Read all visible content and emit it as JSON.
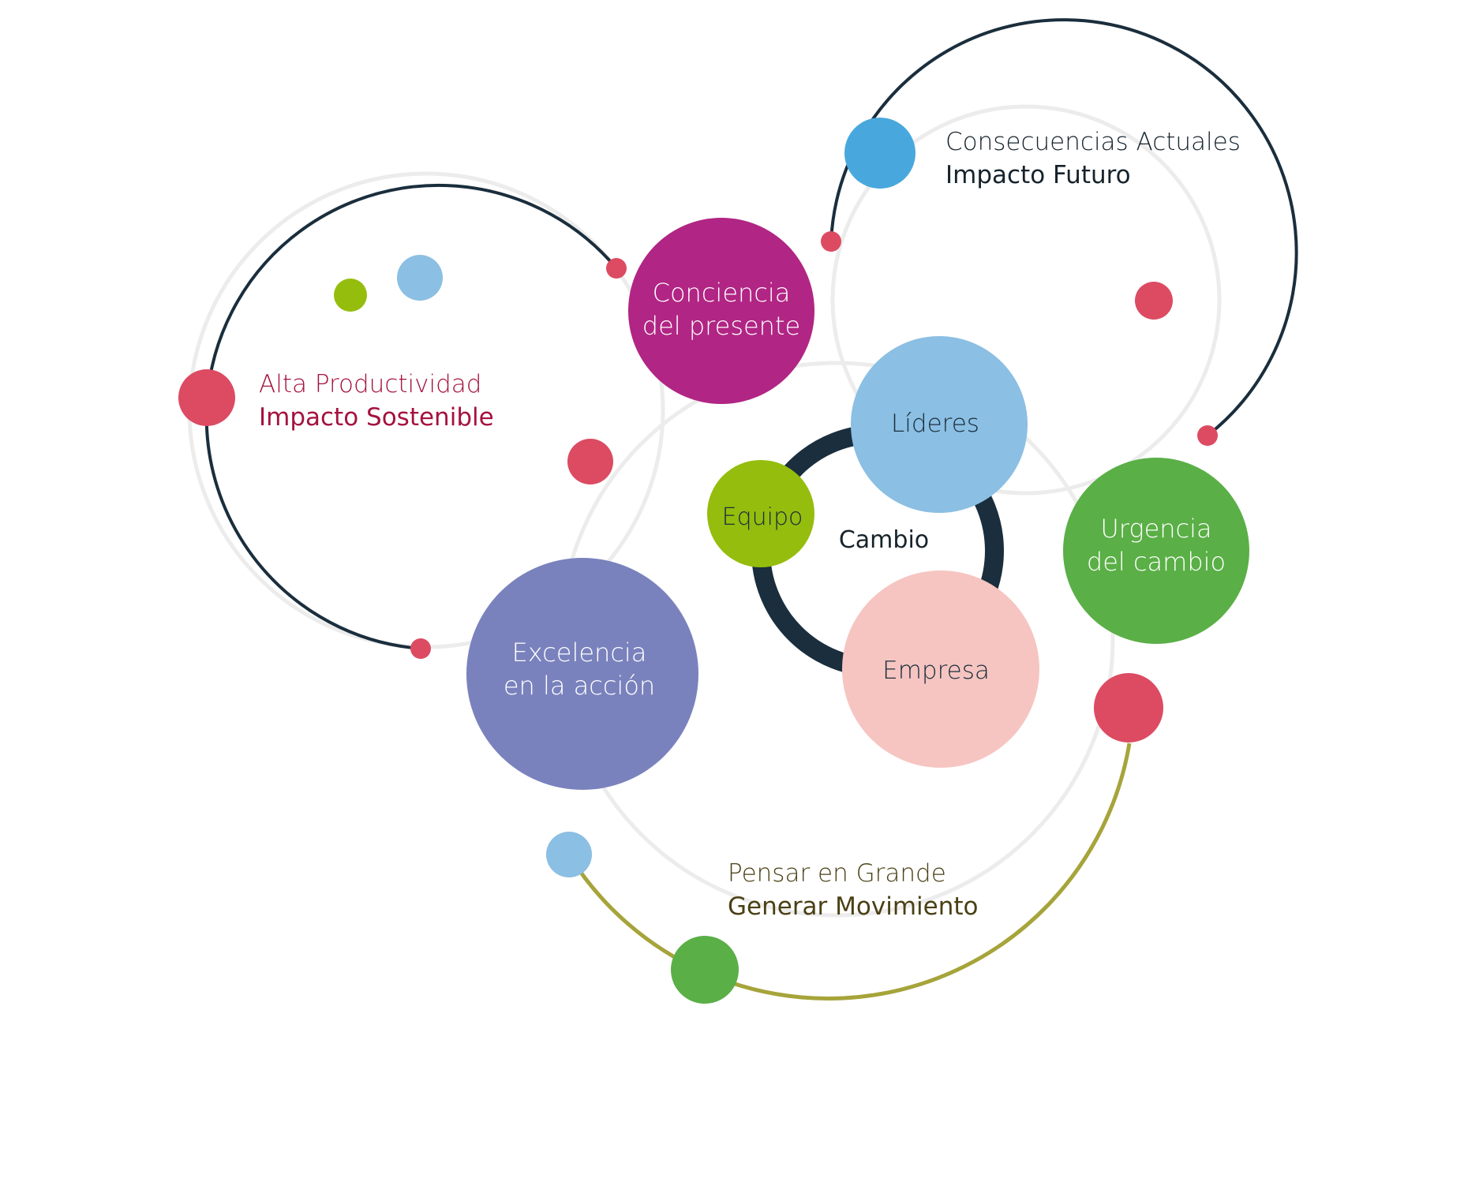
{
  "center": {
    "label": "Cambio"
  },
  "inner_nodes": {
    "lideres": {
      "label": "Líderes",
      "color": "#8bbfe3"
    },
    "equipo": {
      "label": "Equipo",
      "color": "#95bd0d"
    },
    "empresa": {
      "label": "Empresa",
      "color": "#f6c5c1"
    }
  },
  "pillars": {
    "conciencia": {
      "line1": "Conciencia",
      "line2": "del presente",
      "color": "#b12584"
    },
    "urgencia": {
      "line1": "Urgencia",
      "line2": "del cambio",
      "color": "#5aaf46"
    },
    "excelencia": {
      "line1": "Excelencia",
      "line2": "en la acción",
      "color": "#7a82bd"
    }
  },
  "annotations": {
    "productividad": {
      "line1": "Alta Productividad",
      "line2": "Impacto Sostenible",
      "color": "#a5123f"
    },
    "consecuencias": {
      "line1": "Consecuencias Actuales",
      "line2": "Impacto Futuro",
      "color": "#16232c"
    },
    "pensar": {
      "line1": "Pensar en Grande",
      "line2": "Generar Movimiento",
      "color": "#4a4014"
    }
  },
  "colors": {
    "dark_ring": "#1a2e3d",
    "olive_ring": "#a6a43a",
    "faint_ring": "#ececec",
    "accent_red": "#dc4b62",
    "accent_blue": "#48a8dd",
    "light_blue": "#8bbfe3",
    "lime": "#95bd0d",
    "green": "#5aaf46"
  }
}
